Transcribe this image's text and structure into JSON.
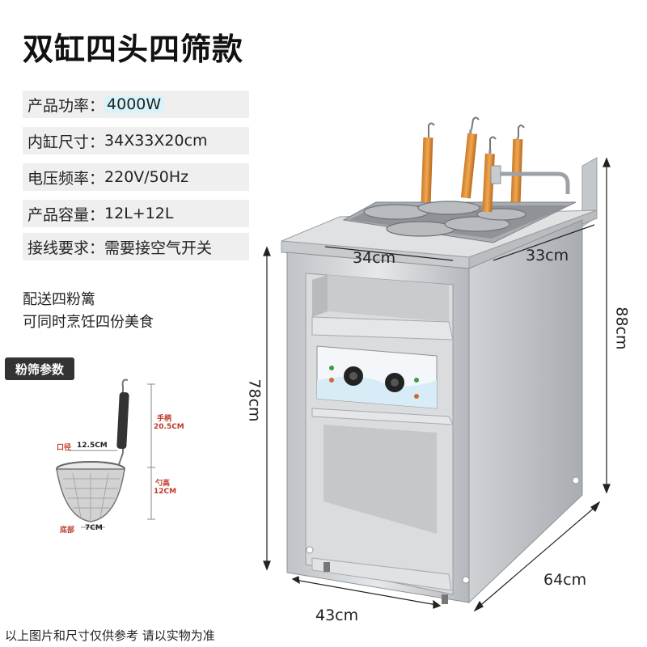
{
  "title": "双缸四头四筛款",
  "specs": [
    {
      "label": "产品功率：",
      "value": "4000W"
    },
    {
      "label": "内缸尺寸：",
      "value": "34X33X20cm"
    },
    {
      "label": "电压频率：",
      "value": "220V/50Hz"
    },
    {
      "label": "产品容量：",
      "value": "12L+12L"
    },
    {
      "label": "接线要求：",
      "value": "需要接空气开关"
    }
  ],
  "notes": [
    "配送四粉篱",
    "可同时烹饪四份美食"
  ],
  "badge": "粉筛参数",
  "strainer": {
    "handle_label": "手柄",
    "handle_value": "20.5CM",
    "mouth_label": "口径",
    "mouth_value": "12.5CM",
    "depth_label": "勺高",
    "depth_value": "12CM",
    "bottom_label": "底部",
    "bottom_value": "7CM"
  },
  "dimensions": {
    "basin_width": "34cm",
    "basin_depth": "33cm",
    "overall_height": "88cm",
    "body_height": "78cm",
    "width": "43cm",
    "depth": "64cm"
  },
  "disclaimer": "以上图片和尺寸仅供参考 请以实物为准"
}
